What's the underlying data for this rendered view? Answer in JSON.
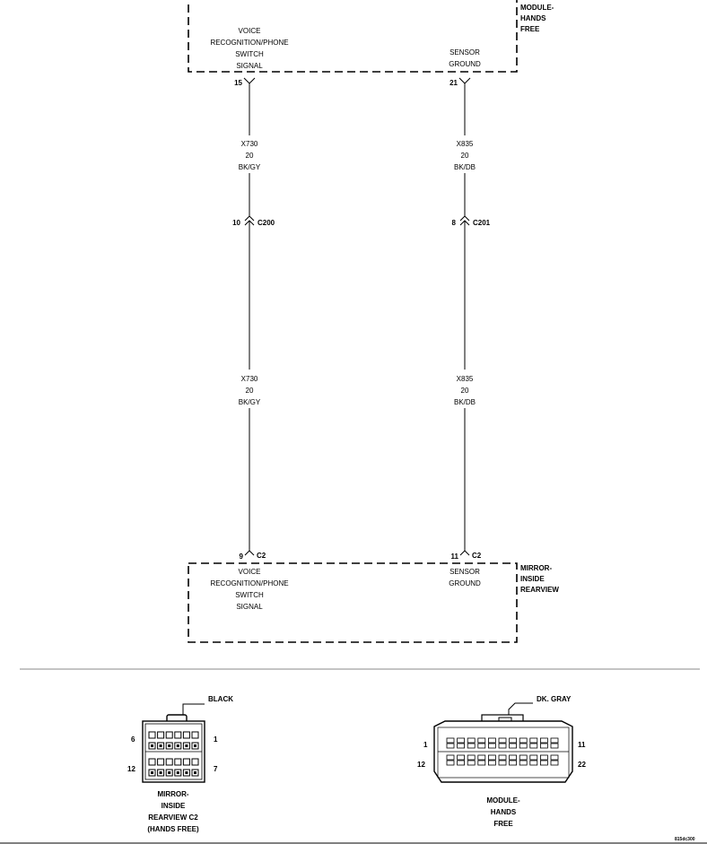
{
  "modules": {
    "hands_free": {
      "name": [
        "MODULE-",
        "HANDS",
        "FREE"
      ]
    },
    "mirror": {
      "name": [
        "MIRROR-",
        "INSIDE",
        "REARVIEW"
      ]
    }
  },
  "pins": {
    "left": {
      "label": [
        "VOICE",
        "RECOGNITION/PHONE",
        "SWITCH",
        "SIGNAL"
      ],
      "module_pin": "15",
      "wire_code": "X730",
      "gauge": "20",
      "color": "BK/GY",
      "inline_pin": "10",
      "inline_connector": "C200",
      "mirror_pin": "9",
      "mirror_connector": "C2"
    },
    "right": {
      "label": [
        "SENSOR",
        "GROUND"
      ],
      "module_pin": "21",
      "wire_code": "X835",
      "gauge": "20",
      "color": "BK/DB",
      "inline_pin": "8",
      "inline_connector": "C201",
      "mirror_pin": "11",
      "mirror_connector": "C2"
    }
  },
  "connector_views": {
    "mirror": {
      "color_label": "BLACK",
      "pin_top_left": "6",
      "pin_top_right": "1",
      "pin_bottom_left": "12",
      "pin_bottom_right": "7",
      "caption": [
        "MIRROR-",
        "INSIDE",
        "REARVIEW C2",
        "(HANDS FREE)"
      ]
    },
    "module": {
      "color_label": "DK. GRAY",
      "pin_top_left": "1",
      "pin_top_right": "11",
      "pin_bottom_left": "12",
      "pin_bottom_right": "22",
      "caption": [
        "MODULE-",
        "HANDS",
        "FREE"
      ]
    }
  },
  "figure_id": "815dc300"
}
